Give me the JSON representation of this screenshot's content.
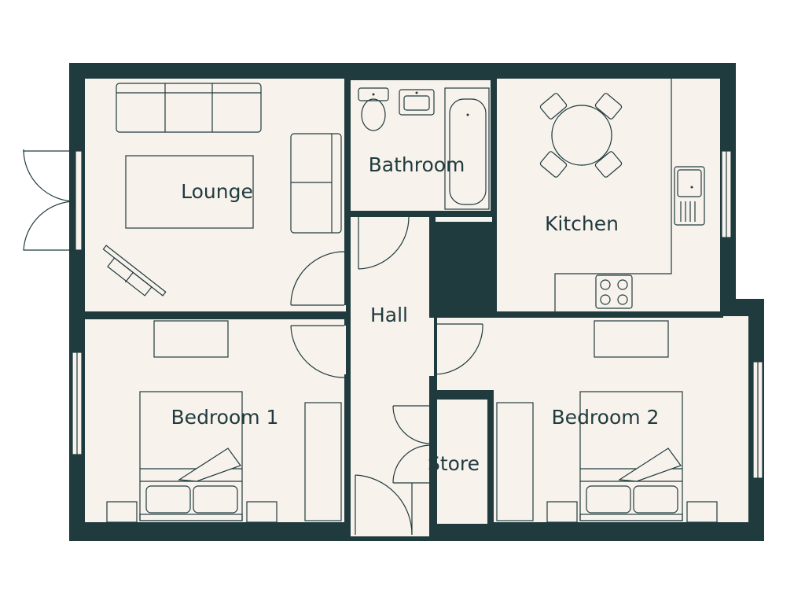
{
  "rooms": {
    "lounge": "Lounge",
    "bathroom": "Bathroom",
    "kitchen": "Kitchen",
    "hall": "Hall",
    "bedroom1": "Bedroom 1",
    "bedroom2": "Bedroom 2",
    "store": "Store"
  },
  "colors": {
    "wall": "#1f3b3e",
    "floor": "#f8f2ec",
    "background": "#ffffff"
  }
}
